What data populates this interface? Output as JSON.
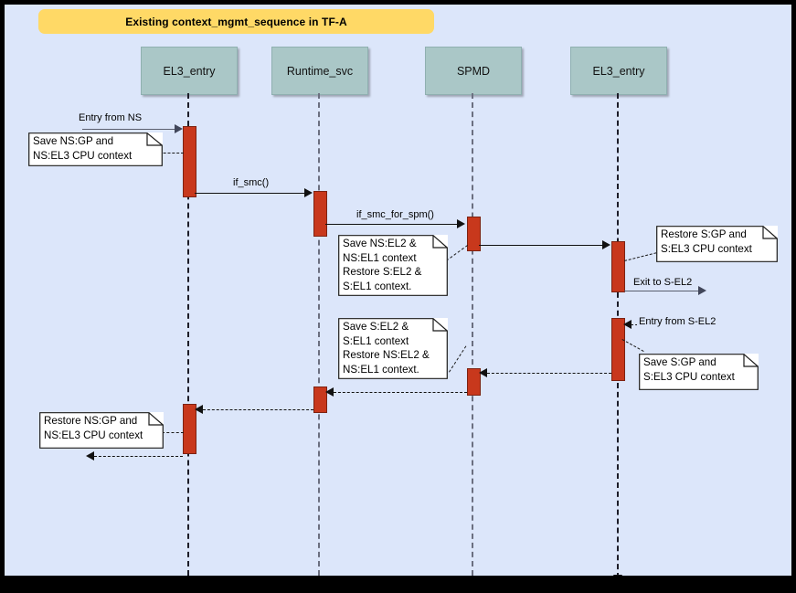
{
  "diagram": {
    "title": "Existing context_mgmt_sequence in TF-A",
    "background_color": "#dce6fa",
    "banner_color": "#ffd966",
    "participant_color": "#aac7c7",
    "activation_color": "#c8381c",
    "border_color": "#000000"
  },
  "participants": [
    {
      "id": "el3_left",
      "label": "EL3_entry"
    },
    {
      "id": "rt_svc",
      "label": "Runtime_svc"
    },
    {
      "id": "spmd",
      "label": "SPMD"
    },
    {
      "id": "el3_right",
      "label": "EL3_entry"
    }
  ],
  "messages": [
    {
      "id": "m1",
      "label": "Entry from NS",
      "from": "external-left",
      "to": "el3_left",
      "style": "solid"
    },
    {
      "id": "m2",
      "label": "if_smc()",
      "from": "el3_left",
      "to": "rt_svc",
      "style": "solid"
    },
    {
      "id": "m3",
      "label": "if_smc_for_spm()",
      "from": "rt_svc",
      "to": "spmd",
      "style": "solid"
    },
    {
      "id": "m4",
      "label": "",
      "from": "spmd",
      "to": "el3_right",
      "style": "solid"
    },
    {
      "id": "m5",
      "label": "Exit to S-EL2",
      "from": "el3_right",
      "to": "external-right",
      "style": "solid"
    },
    {
      "id": "m6",
      "label": "Entry from S-EL2",
      "from": "external-right",
      "to": "el3_right",
      "style": "dashed"
    },
    {
      "id": "m7",
      "label": "",
      "from": "el3_right",
      "to": "spmd",
      "style": "dashed"
    },
    {
      "id": "m8",
      "label": "",
      "from": "spmd",
      "to": "rt_svc",
      "style": "dashed"
    },
    {
      "id": "m9",
      "label": "",
      "from": "rt_svc",
      "to": "el3_left",
      "style": "dashed"
    },
    {
      "id": "m10",
      "label": "",
      "from": "el3_left",
      "to": "external-left",
      "style": "dashed"
    }
  ],
  "notes": [
    {
      "id": "n1",
      "text": "Save NS:GP and\nNS:EL3 CPU context",
      "attached_to": "el3_left"
    },
    {
      "id": "n2",
      "text": "Save NS:EL2 &\nNS:EL1 context\nRestore S:EL2 &\nS:EL1 context.",
      "attached_to": "spmd"
    },
    {
      "id": "n3",
      "text": "Restore S:GP and\nS:EL3 CPU context",
      "attached_to": "el3_right"
    },
    {
      "id": "n4",
      "text": "Save S:GP and\nS:EL3 CPU context",
      "attached_to": "el3_right"
    },
    {
      "id": "n5",
      "text": "Save S:EL2 &\nS:EL1 context\nRestore NS:EL2 &\nNS:EL1 context.",
      "attached_to": "spmd"
    },
    {
      "id": "n6",
      "text": "Restore NS:GP and\nNS:EL3 CPU context",
      "attached_to": "el3_left"
    }
  ]
}
